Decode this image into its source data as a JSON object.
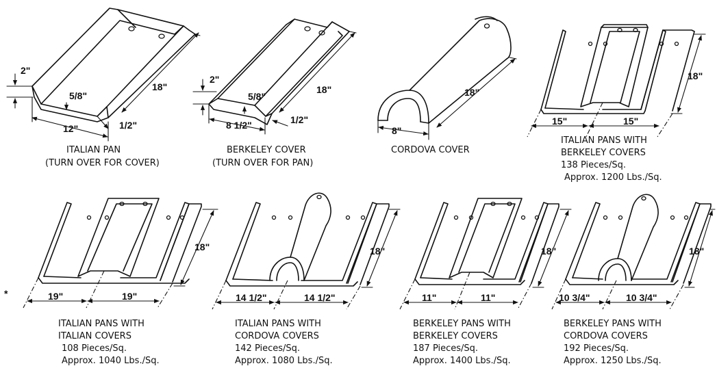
{
  "colors": {
    "line": "#111111",
    "background": "#ffffff"
  },
  "tiles": {
    "italian_pan": {
      "caption": [
        "ITALIAN PAN",
        "(TURN OVER FOR COVER)"
      ],
      "dims": {
        "height": "2\"",
        "lip": "5/8\"",
        "length": "18\"",
        "flange": "1/2\"",
        "width": "12\""
      }
    },
    "berkeley_cover": {
      "caption": [
        "BERKELEY COVER",
        "(TURN OVER FOR PAN)"
      ],
      "dims": {
        "height": "2\"",
        "lip": "5/8\"",
        "length": "18\"",
        "flange": "1/2\"",
        "width": "8 1/2\""
      }
    },
    "cordova_cover": {
      "caption": [
        "CORDOVA COVER"
      ],
      "dims": {
        "length": "18\"",
        "width": "8\""
      }
    }
  },
  "assemblies": [
    {
      "caption": [
        "ITALIAN PANS WITH",
        "BERKELEY COVERS",
        "138 Pieces/Sq.",
        "Approx. 1200 Lbs./Sq."
      ],
      "length": "18\"",
      "spacing": [
        "15\"",
        "15\""
      ]
    },
    {
      "caption": [
        "ITALIAN PANS WITH",
        "ITALIAN COVERS",
        "108 Pieces/Sq.",
        "Approx. 1040 Lbs./Sq."
      ],
      "length": "18\"",
      "spacing": [
        "19\"",
        "19\""
      ],
      "mark": "*"
    },
    {
      "caption": [
        "ITALIAN PANS WITH",
        "CORDOVA COVERS",
        "142 Pieces/Sq.",
        "Approx. 1080 Lbs./Sq."
      ],
      "length": "18\"",
      "spacing": [
        "14 1/2\"",
        "14 1/2\""
      ]
    },
    {
      "caption": [
        "BERKELEY PANS WITH",
        "BERKELEY COVERS",
        "187 Pieces/Sq.",
        "Approx. 1400 Lbs./Sq."
      ],
      "length": "18\"",
      "spacing": [
        "11\"",
        "11\""
      ]
    },
    {
      "caption": [
        "BERKELEY PANS WITH",
        "CORDOVA COVERS",
        "192 Pieces/Sq.",
        "Approx. 1250 Lbs./Sq."
      ],
      "length": "18\"",
      "spacing": [
        "10 3/4\"",
        "10 3/4\""
      ]
    }
  ]
}
